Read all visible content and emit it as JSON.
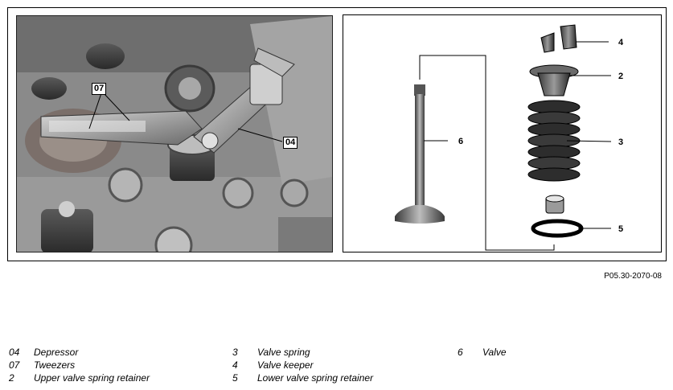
{
  "photo": {
    "callouts": {
      "tweezers": "07",
      "depressor": "04"
    }
  },
  "diagram": {
    "labels": {
      "keeper": "4",
      "upper_retainer": "2",
      "spring": "3",
      "valve": "6",
      "lower_retainer": "5"
    }
  },
  "figure_ref": "P05.30-2070-08",
  "legend": {
    "items": [
      {
        "num": "04",
        "text": "Depressor"
      },
      {
        "num": "07",
        "text": "Tweezers"
      },
      {
        "num": "2",
        "text": "Upper valve spring retainer"
      },
      {
        "num": "3",
        "text": "Valve spring"
      },
      {
        "num": "4",
        "text": "Valve keeper"
      },
      {
        "num": "5",
        "text": "Lower valve spring retainer"
      },
      {
        "num": "6",
        "text": "Valve"
      }
    ]
  }
}
